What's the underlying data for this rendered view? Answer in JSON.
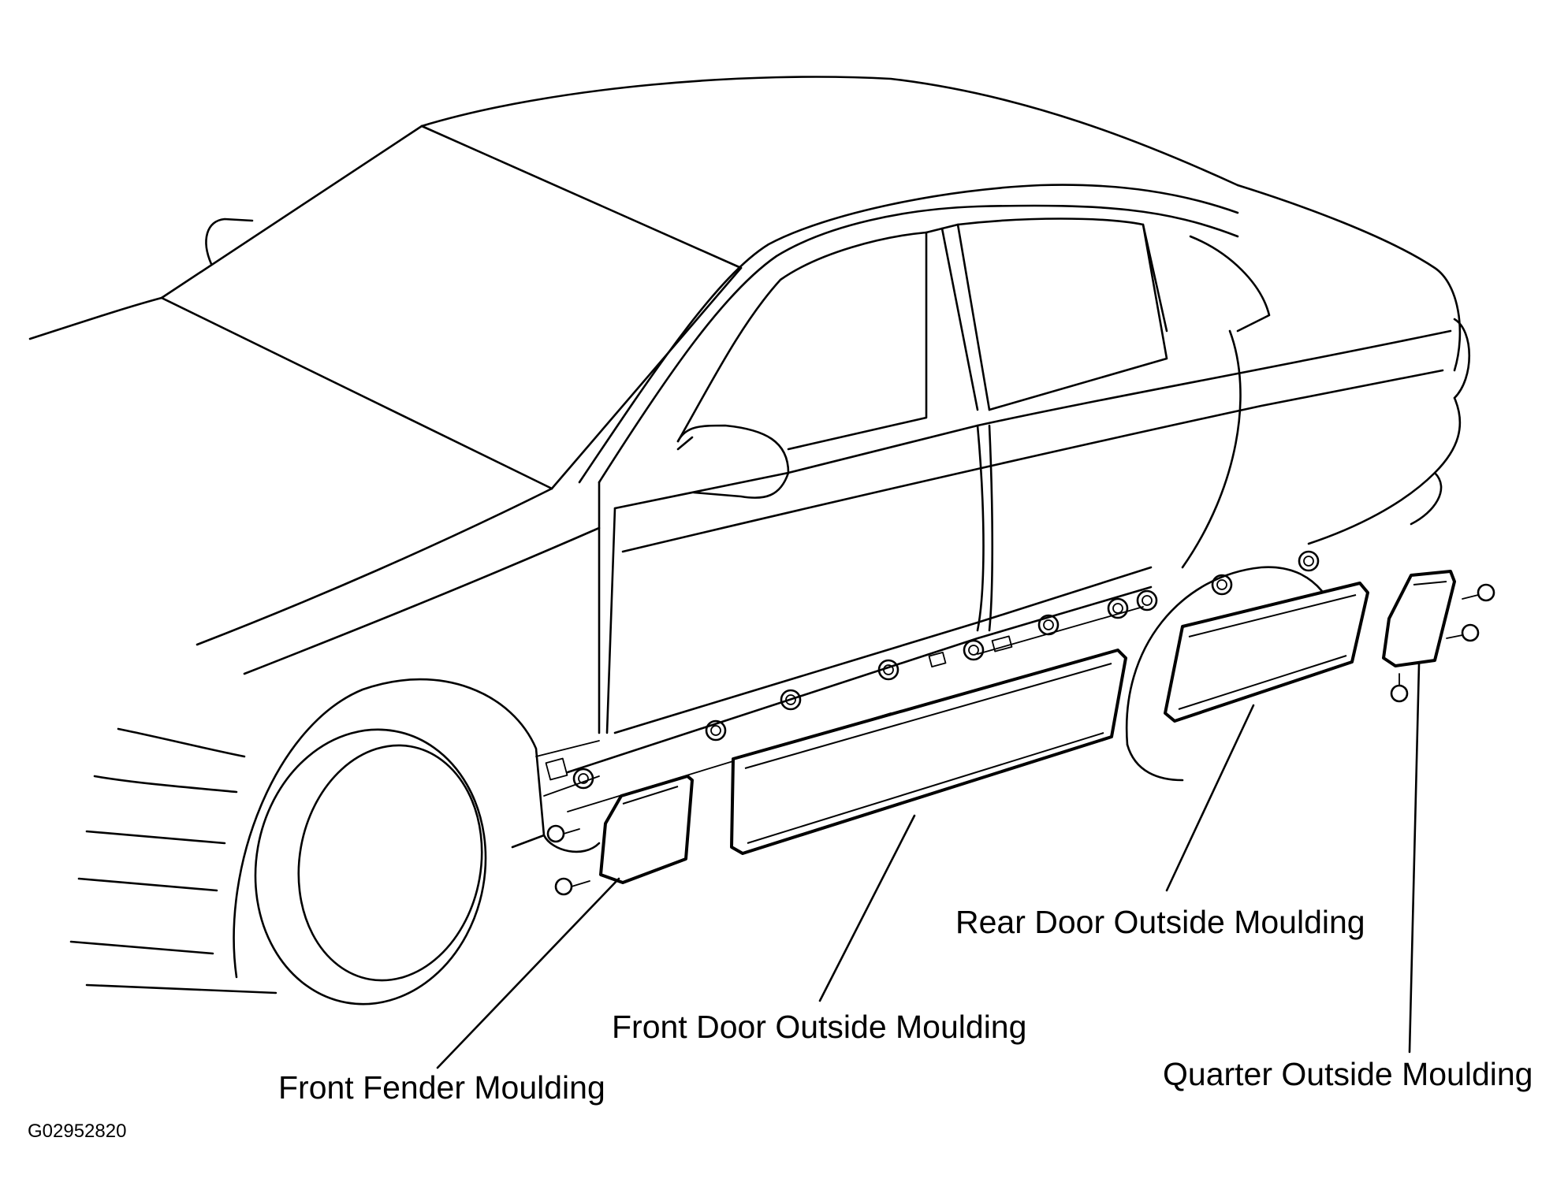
{
  "diagram": {
    "labels": {
      "front_fender": "Front Fender Moulding",
      "front_door": "Front Door Outside Moulding",
      "rear_door": "Rear Door Outside Moulding",
      "quarter": "Quarter Outside Moulding"
    },
    "figure_code": "G02952820"
  }
}
